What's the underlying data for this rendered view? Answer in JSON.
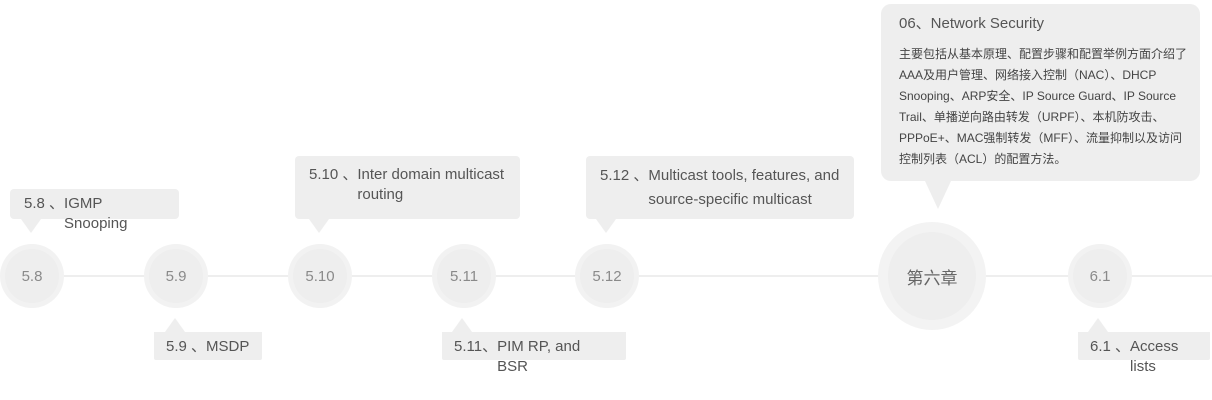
{
  "nodes": {
    "n58": "5.8",
    "n59": "5.9",
    "n510": "5.10",
    "n511": "5.11",
    "n512": "5.12",
    "chapter6": "第六章",
    "n61": "6.1"
  },
  "labels": {
    "l58": {
      "num": "5.8 、",
      "text": "IGMP Snooping"
    },
    "l59": {
      "num": "5.9 、",
      "text": "MSDP"
    },
    "l510": {
      "num": "5.10 、",
      "text": "Inter domain multicast routing"
    },
    "l511": {
      "num": "5.11、",
      "text": "PIM RP, and BSR"
    },
    "l512": {
      "num": "5.12 、",
      "text": "Multicast tools, features, and source-specific multicast"
    },
    "l61": {
      "num": "6.1 、",
      "text": "Access lists"
    }
  },
  "chapter6_card": {
    "title": "06、Network Security",
    "body": "主要包括从基本原理、配置步骤和配置举例方面介绍了AAA及用户管理、网络接入控制（NAC）、DHCP Snooping、ARP安全、IP Source Guard、IP Source Trail、单播逆向路由转发（URPF）、本机防攻击、PPPoE+、MAC强制转发（MFF）、流量抑制以及访问控制列表（ACL）的配置方法。"
  },
  "colors": {
    "card_bg": "#eeeeee",
    "node_bg": "#f2f2f2",
    "axis": "#eeeeee",
    "text": "#555555"
  }
}
